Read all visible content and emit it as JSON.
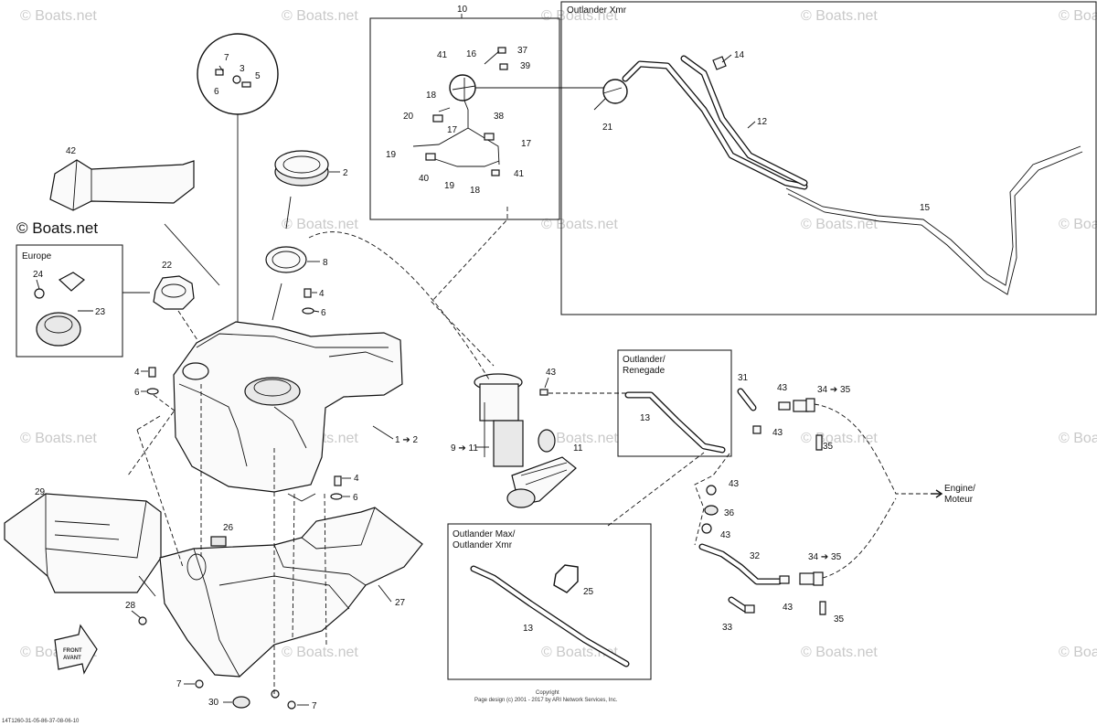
{
  "watermark": {
    "text": "© Boats.net",
    "corner_label": "© Boats.net"
  },
  "boxes": {
    "europe": "Europe",
    "outlander_xmr": "Outlander Xmr",
    "outlander_renegade_1": "Outlander/",
    "outlander_renegade_2": "Renegade",
    "outlander_max_1": "Outlander Max/",
    "outlander_max_2": "Outlander Xmr",
    "kit_number": "10"
  },
  "destination": {
    "line1": "Engine/",
    "line2": "Moteur"
  },
  "front_arrow": {
    "line1": "FRONT",
    "line2": "AVANT"
  },
  "footer": {
    "copyright_title": "Copyright",
    "copyright_text": "Page design (c) 2001 - 2017 by ARI Network Services, Inc.",
    "diagram_code": "14T1260-31-05-86-37-08-06-10"
  },
  "callouts": {
    "c2": "2",
    "c8": "8",
    "c4a": "4",
    "c6a": "6",
    "c7": "7",
    "c3": "3",
    "c5": "5",
    "c6top": "6",
    "c42": "42",
    "c22": "22",
    "c24": "24",
    "c23": "23",
    "c4b": "4",
    "c6b": "6",
    "c1to2": "1 ➔ 2",
    "c4c": "4",
    "c6c": "6",
    "c29": "29",
    "c26": "26",
    "c28": "28",
    "c27": "27",
    "c7b": "7",
    "c30": "30",
    "c7c": "7",
    "c9to11": "9 ➔ 11",
    "c43a": "43",
    "c11": "11",
    "c13a": "13",
    "c13b": "13",
    "c25": "25",
    "c41a": "41",
    "c16a": "16",
    "c37": "37",
    "c39": "39",
    "c18a": "18",
    "c20": "20",
    "c38": "38",
    "c17a": "17",
    "c17b": "17",
    "c19a": "19",
    "c40": "40",
    "c19b": "19",
    "c18b": "18",
    "c41b": "41",
    "c21": "21",
    "c14": "14",
    "c12": "12",
    "c15": "15",
    "c31": "31",
    "c43b": "43",
    "c34to35a": "34 ➔ 35",
    "c43c": "43",
    "c35a": "35",
    "c43d": "43",
    "c36": "36",
    "c43e": "43",
    "c32": "32",
    "c34to35b": "34 ➔ 35",
    "c43f": "43",
    "c33": "33",
    "c35b": "35"
  }
}
